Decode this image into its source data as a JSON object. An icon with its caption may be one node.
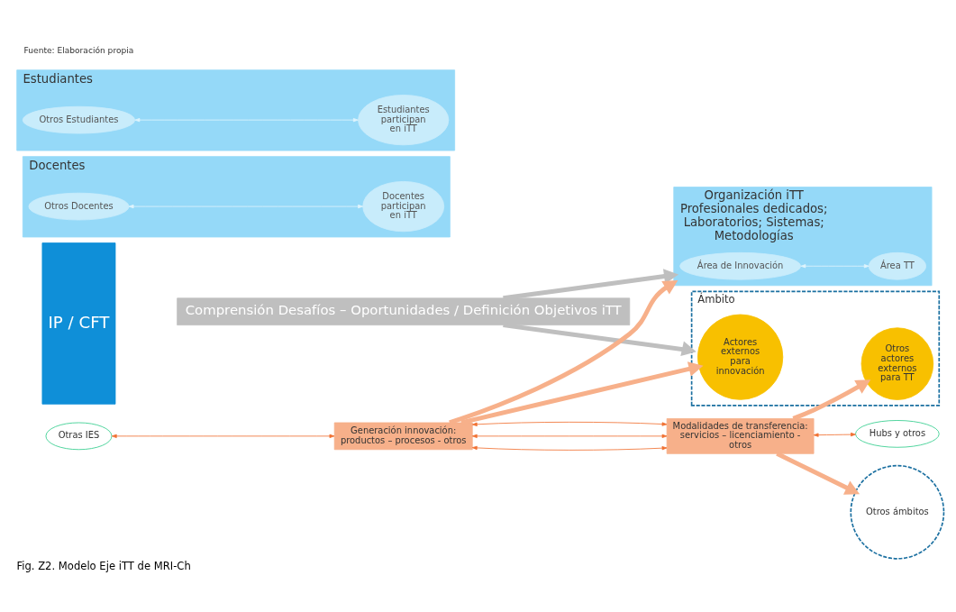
{
  "diagram": {
    "caption": "Fig. Z2. Modelo Eje iTT de MRI-Ch",
    "nodes": [
      {
        "text": [
          "Comprensión Desafíos – Oportunidades / Definición Objetivos iTT"
        ]
      },
      {
        "text": [
          "IP / CFT"
        ]
      },
      {
        "text": [
          "Organización iTT",
          "Profesionales dedicados; Laboratorios; Sistemas; Metodologías"
        ]
      },
      {
        "text": [
          "Área de Innovación"
        ],
        "in": 2
      },
      {
        "text": [
          "Área TT"
        ],
        "in": 2
      },
      {
        "text": [
          "Docentes"
        ]
      },
      {
        "text": [
          "Otros Docentes"
        ],
        "in": 5
      },
      {
        "text": [
          "Docentes participan en iTT"
        ],
        "in": 5
      },
      {
        "text": [
          "Estudiantes"
        ]
      },
      {
        "text": [
          "Otros Estudiantes"
        ],
        "in": 8
      },
      {
        "text": [
          "Estudiantes participan en iTT"
        ],
        "in": 8
      },
      {
        "text": [
          "Otras IES"
        ]
      },
      {
        "text": [
          "Generación innovación: productos – procesos - otros"
        ]
      },
      {
        "text": [
          "Modalidades de transferencia: servicios – licenciamiento - otros"
        ]
      },
      {
        "text": [
          "Hubs y otros"
        ]
      },
      {
        "text": [
          "Ámbito"
        ]
      },
      {
        "text": [
          "Actores externos para innovación"
        ],
        "in": 15
      },
      {
        "text": [
          "Otros actores externos para TT"
        ],
        "in": 15
      },
      {
        "text": [
          "Otros ámbitos"
        ]
      }
    ],
    "edges": [
      {
        "from": 0,
        "to": 2,
        "arrow": "to",
        "style": "thick",
        "color": "#bfbfbf"
      },
      {
        "from": 0,
        "to": 15,
        "arrow": "to",
        "style": "thick",
        "color": "#bfbfbf"
      },
      {
        "from": 3,
        "to": 4,
        "arrow": "both",
        "color": "#e0f4fc"
      },
      {
        "from": 6,
        "to": 7,
        "arrow": "both",
        "color": "#e0f4fc"
      },
      {
        "from": 9,
        "to": 10,
        "arrow": "both",
        "color": "#e0f4fc"
      },
      {
        "from": 11,
        "to": 12,
        "arrow": "both"
      },
      {
        "from": 12,
        "to": 13,
        "arrow": "both"
      },
      {
        "from": 12,
        "to": 13,
        "arrow": "both"
      },
      {
        "from": 12,
        "to": 13,
        "arrow": "both"
      },
      {
        "from": 13,
        "to": 14,
        "arrow": "both"
      },
      {
        "from": 12,
        "to": 2,
        "arrow": "to",
        "style": "thick",
        "color": "#f7b08a"
      },
      {
        "from": 12,
        "to": 16,
        "arrow": "to",
        "style": "thick",
        "color": "#f7b08a"
      },
      {
        "from": 13,
        "to": 17,
        "arrow": "to",
        "style": "thick",
        "color": "#f7b08a"
      },
      {
        "from": 13,
        "to": 18,
        "arrow": "to",
        "style": "thick",
        "color": "#f7b08a"
      }
    ],
    "labels": [
      "Fuente: Elaboración propia"
    ]
  }
}
